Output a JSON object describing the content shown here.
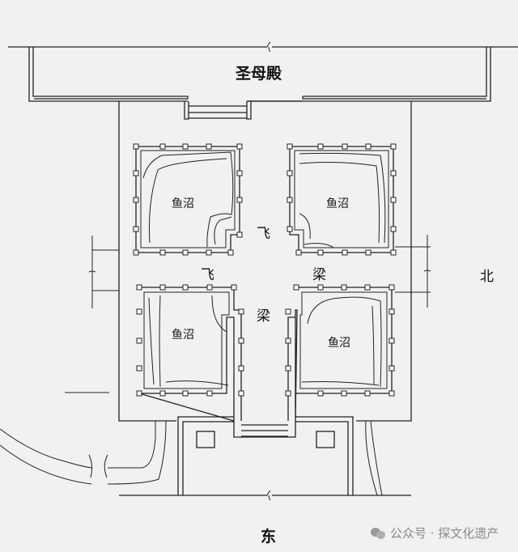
{
  "hall": {
    "label": "圣母殿"
  },
  "ponds": [
    {
      "label": "鱼沼",
      "position": "top-left"
    },
    {
      "label": "鱼沼",
      "position": "top-right"
    },
    {
      "label": "鱼沼",
      "position": "bottom-left"
    },
    {
      "label": "鱼沼",
      "position": "bottom-right"
    }
  ],
  "bridge": {
    "vertical_chars": [
      "飞",
      "梁"
    ],
    "horizontal_chars": [
      "飞",
      "梁"
    ]
  },
  "directions": {
    "north": "北",
    "east": "东"
  },
  "watermark": {
    "icon": "wechat-icon",
    "text": "公众号 · 探文化遗产"
  },
  "colors": {
    "background": "#f1f1f1",
    "line": "#222222",
    "watermark": "#8a8a8a"
  }
}
